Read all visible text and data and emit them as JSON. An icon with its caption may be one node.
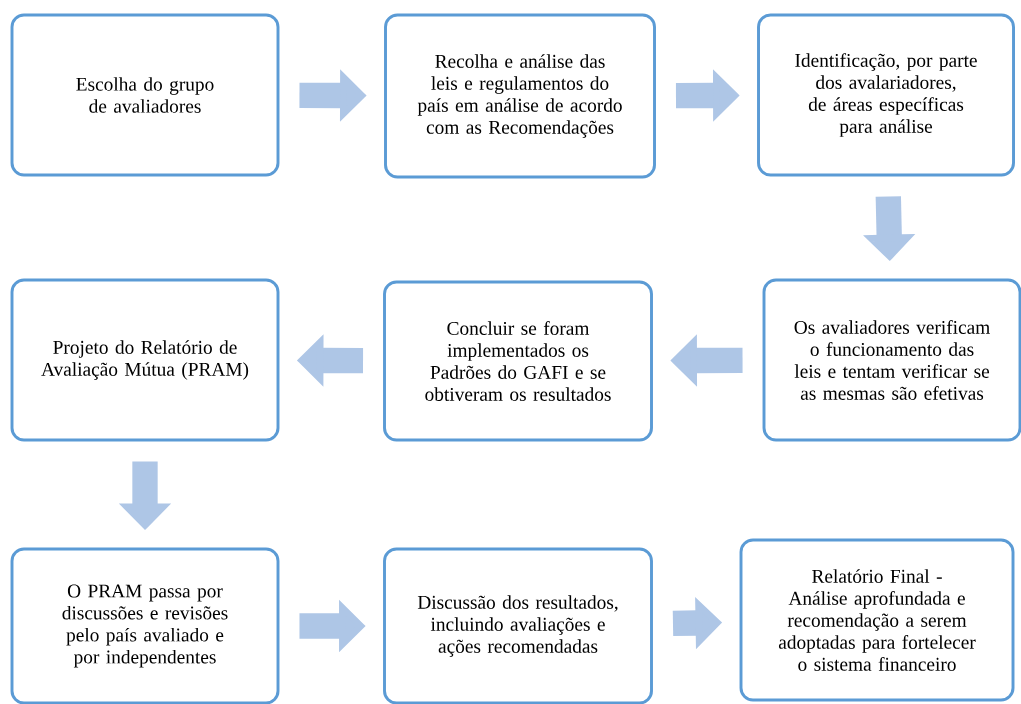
{
  "diagram": {
    "nodes": [
      {
        "text": [
          "Escolha do grupo de avaliadores"
        ]
      },
      {
        "text": [
          "Recolha e análise das leis e regulamentos do país em análise de acordo com as Recomendações"
        ]
      },
      {
        "text": [
          "Identificação, por parte dos avalariadores, de áreas específicas para análise"
        ]
      },
      {
        "text": [
          "Os avaliadores verificam o funcionamento das leis e tentam verificar se as mesmas são efetivas"
        ]
      },
      {
        "text": [
          "Concluir se foram implementados os Padrões do GAFI e se obtiveram os resultados"
        ]
      },
      {
        "text": [
          "Projeto do Relatório de Avaliação Mútua (PRAM)"
        ]
      },
      {
        "text": [
          "O PRAM passa por discussões e revisões pelo país avaliado e por independentes"
        ]
      },
      {
        "text": [
          "Discussão dos resultados, incluindo avaliações e ações recomendadas"
        ]
      },
      {
        "text": [
          "Relatório Final - Análise aprofundada e recomendação a serem adoptadas para fortelecer o sistema financeiro"
        ]
      }
    ],
    "edges": [
      {
        "from": 0,
        "to": 1,
        "arrow": "to"
      },
      {
        "from": 1,
        "to": 2,
        "arrow": "to"
      },
      {
        "from": 2,
        "to": 3,
        "arrow": "to"
      },
      {
        "from": 3,
        "to": 4,
        "arrow": "to"
      },
      {
        "from": 4,
        "to": 5,
        "arrow": "to"
      },
      {
        "from": 5,
        "to": 6,
        "arrow": "to"
      },
      {
        "from": 6,
        "to": 7,
        "arrow": "to"
      },
      {
        "from": 7,
        "to": 8,
        "arrow": "to"
      }
    ]
  }
}
